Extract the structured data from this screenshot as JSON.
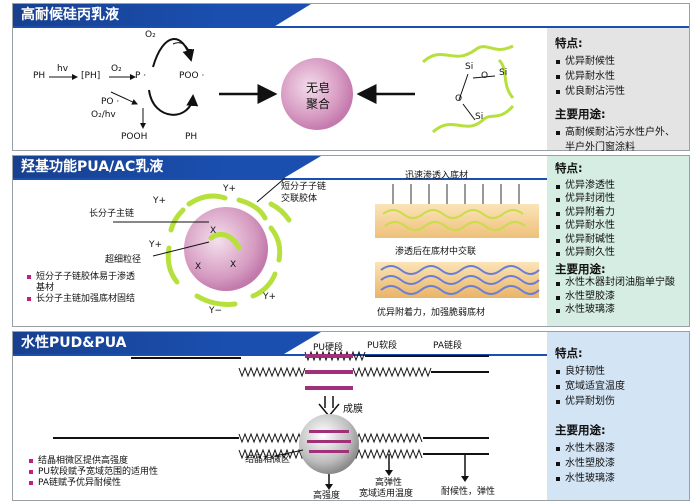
{
  "panels": [
    {
      "title": "高耐候硅丙乳液",
      "side": {
        "features_title": "特点:",
        "features": [
          "优异耐候性",
          "优异耐水性",
          "优良耐沾污性"
        ],
        "uses_title": "主要用途:",
        "uses": [
          "高耐候耐沾污水性户外、半户外门窗涂料"
        ]
      },
      "diagram": {
        "ph": "PH",
        "hv": "hv",
        "ph_radical": "[PH]",
        "o2_a": "O₂",
        "p_radical": "P ·",
        "o2_b": "O₂",
        "poo": "POO ·",
        "po": "PO ·",
        "o2hv": "O₂/hv",
        "pooh": "POOH",
        "ph2": "PH",
        "center_label_1": "无皂",
        "center_label_2": "聚合",
        "si1": "Si",
        "si2": "Si",
        "si3": "Si",
        "o1": "O",
        "o2": "O"
      }
    },
    {
      "title": "羟基功能PUA/AC乳液",
      "side": {
        "features_title": "特点:",
        "features": [
          "优异渗透性",
          "优异封闭性",
          "优异附着力",
          "优异耐水性",
          "优异耐碱性",
          "优异耐久性"
        ],
        "uses_title": "主要用途:",
        "uses": [
          "水性木器封闭油脂单宁酸",
          "水性塑胶漆",
          "水性玻璃漆"
        ]
      },
      "diagram": {
        "short_chain": "短分子子链",
        "crosslink": "交联胶体",
        "long_chain": "长分子主链",
        "fine_particle": "超细粒径",
        "yplus": "Y+",
        "yminus": "Y−",
        "x": "X",
        "notes": [
          "短分子子链胶体易于渗透基材",
          "长分子主链加强底材固结"
        ],
        "fast_penetrate": "迅速渗透入底材",
        "crosslink_sub": "渗透后在底材中交联",
        "adhesion": "优异附着力，加强脆弱底材"
      }
    },
    {
      "title": "水性PUD&PUA",
      "side": {
        "features_title": "特点:",
        "features": [
          "良好韧性",
          "宽域适宜温度",
          "优异耐划伤"
        ],
        "uses_title": "主要用途:",
        "uses": [
          "水性木器漆",
          "水性塑胶漆",
          "水性玻璃漆"
        ]
      },
      "diagram": {
        "pu_hard": "PU硬段",
        "pu_soft": "PU软段",
        "pa_chain": "PA链段",
        "film": "成膜",
        "crystal": "结晶相微区",
        "notes": [
          "结晶相微区提供高强度",
          "PU软段赋予宽域范围的适用性",
          "PA链赋予优异耐候性"
        ],
        "high_strength": "高强度",
        "elastic_1": "高弹性",
        "elastic_2": "宽域适用温度",
        "weather": "耐候性，弹性"
      }
    }
  ],
  "colors": {
    "header_blue": "#1a4fb0",
    "side_gray": "#e4e4e4",
    "side_green": "#d5ede2",
    "side_blue": "#d3e4f4",
    "chain_green": "#b6e03c",
    "magenta": "#a0307a"
  }
}
